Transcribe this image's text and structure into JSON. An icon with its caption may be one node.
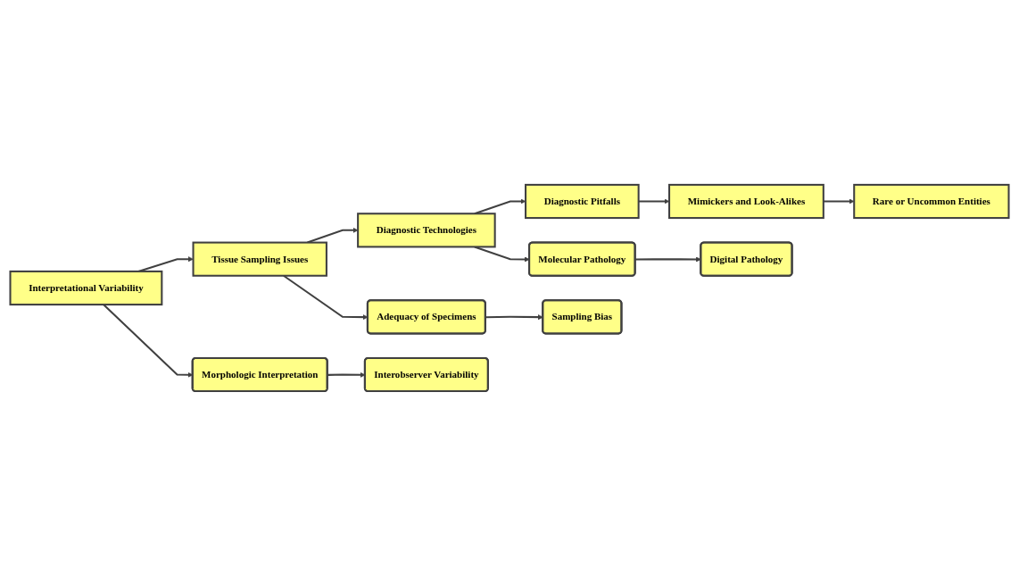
{
  "diagram": {
    "nodes": [
      {
        "text": [
          "Interpretational Variability"
        ]
      },
      {
        "text": [
          "Tissue Sampling Issues"
        ]
      },
      {
        "text": [
          "Diagnostic Technologies"
        ]
      },
      {
        "text": [
          "Diagnostic Pitfalls"
        ]
      },
      {
        "text": [
          "Morphologic Interpretation"
        ]
      },
      {
        "text": [
          "Interobserver Variability"
        ]
      },
      {
        "text": [
          "Adequacy of Specimens"
        ]
      },
      {
        "text": [
          "Sampling Bias"
        ]
      },
      {
        "text": [
          "Molecular Pathology"
        ]
      },
      {
        "text": [
          "Digital Pathology"
        ]
      },
      {
        "text": [
          "Mimickers and Look-Alikes"
        ]
      },
      {
        "text": [
          "Rare or Uncommon Entities"
        ]
      }
    ],
    "edges": [
      {
        "from": 0,
        "to": 1,
        "arrow": "to"
      },
      {
        "from": 1,
        "to": 2,
        "arrow": "to"
      },
      {
        "from": 2,
        "to": 3,
        "arrow": "to"
      },
      {
        "from": 0,
        "to": 4,
        "arrow": "to"
      },
      {
        "from": 4,
        "to": 5,
        "arrow": "to"
      },
      {
        "from": 1,
        "to": 6,
        "arrow": "to"
      },
      {
        "from": 6,
        "to": 7,
        "arrow": "to"
      },
      {
        "from": 2,
        "to": 8,
        "arrow": "to"
      },
      {
        "from": 8,
        "to": 9,
        "arrow": "to"
      },
      {
        "from": 3,
        "to": 10,
        "arrow": "to"
      },
      {
        "from": 10,
        "to": 11,
        "arrow": "to"
      }
    ]
  }
}
